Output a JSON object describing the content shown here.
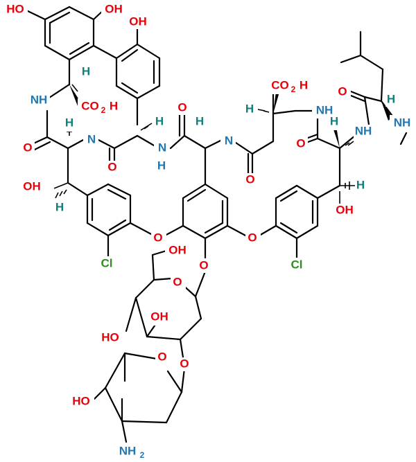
{
  "colors": {
    "oxygen": "#e8000b",
    "nitrogen": "#1f77b4",
    "chlorine": "#2e8b22",
    "hydrogen": "#12807c",
    "carbon": "#000000",
    "background": "#ffffff"
  },
  "atom_labels": {
    "ho_top_left": "HO",
    "oh_top_mid": "OH",
    "oh_top_right": "OH",
    "nh_a": "NH",
    "h_a": "H",
    "co2h_a": "CO",
    "co2h_a_sub": "2",
    "co2h_a_h": "H",
    "o_a": "O",
    "h_b": "H",
    "n_b": "N",
    "h_c": "H",
    "o_b": "O",
    "n_c": "N",
    "h_c2": "H",
    "o_c": "O",
    "h_d": "H",
    "n_d": "N",
    "o_d": "O",
    "co2h_b": "CO",
    "co2h_b_sub": "2",
    "co2h_b_h": "H",
    "h_e": "H",
    "nh_e": "NH",
    "o_e": "O",
    "h_f": "H",
    "n_f": "N",
    "o_f": "O",
    "h_g": "H",
    "nh_g": "NH",
    "oh_left": "OH",
    "h_left": "H",
    "o_ether_left": "O",
    "cl_left": "Cl",
    "o_ether_right": "O",
    "cl_right": "Cl",
    "h_right": "H",
    "oh_right": "OH",
    "oh_sugar_top": "OH",
    "o_sugar_ring": "O",
    "o_glycoside": "O",
    "oh_sugar_mid": "OH",
    "ho_sugar": "HO",
    "o_link": "O",
    "o_sugar2_ring": "O",
    "ho_sugar2": "HO",
    "nh2": "NH",
    "nh2_sub": "2"
  }
}
